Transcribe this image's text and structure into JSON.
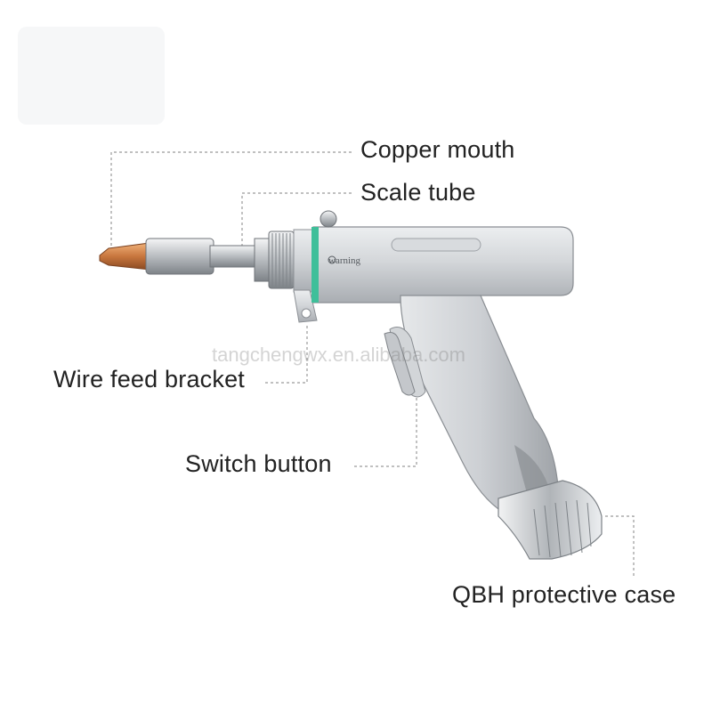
{
  "labels": {
    "copper_mouth": "Copper mouth",
    "scale_tube": "Scale tube",
    "wire_feed_bracket": "Wire feed bracket",
    "switch_button": "Switch button",
    "qbh_protective_case": "QBH protective case"
  },
  "device": {
    "warning_text": "warning"
  },
  "watermark": "tangchengwx.en.alibaba.com",
  "colors": {
    "text": "#222222",
    "leader_line": "#9a9a9a",
    "metal": "#c9ccd0",
    "copper": "#c8763e",
    "accent_ring": "#3fbf9a"
  }
}
